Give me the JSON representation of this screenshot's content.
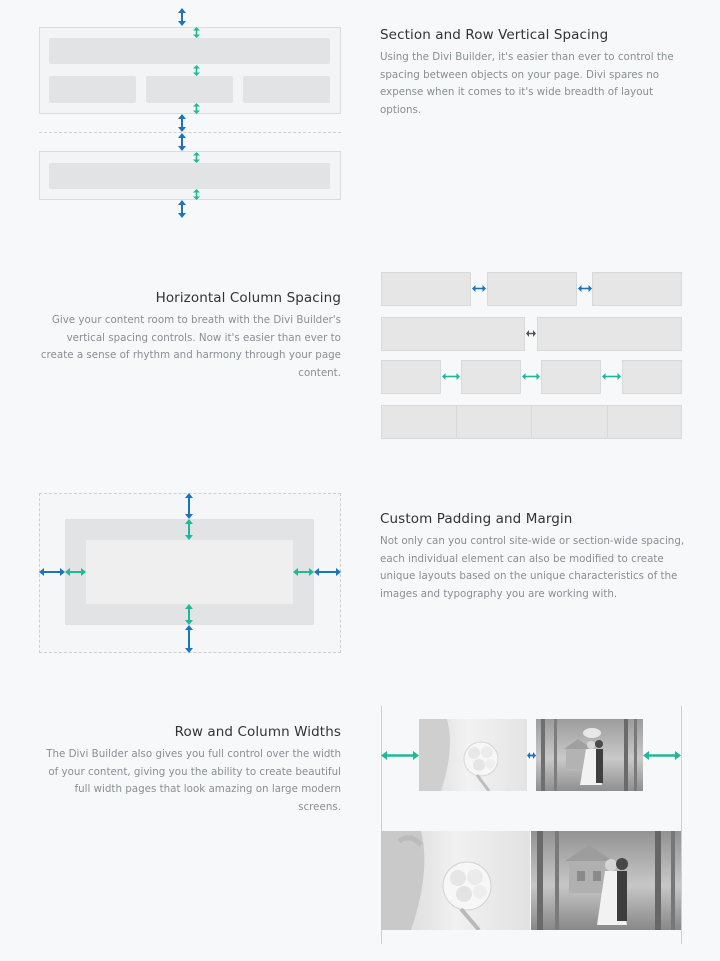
{
  "sections": [
    {
      "title": "Section and Row Vertical Spacing",
      "body": "Using the Divi Builder, it's easier than ever to control the spacing between objects on your page. Divi spares no expense when it comes to it's wide breadth of layout options."
    },
    {
      "title": "Horizontal Column Spacing",
      "body": "Give your content room to breath with the Divi Builder's vertical spacing controls. Now it's easier than ever to create a sense of rhythm and harmony through your page content."
    },
    {
      "title": "Custom Padding and Margin",
      "body": "Not only can you control site-wide or section-wide spacing, each individual element can also be modified to create unique layouts based on the unique characteristics of the images and typography you are working with."
    },
    {
      "title": "Row and Column Widths",
      "body": "The Divi Builder also gives you full control over the width of your content, giving you the ability to create beautiful full width pages that look amazing on large modern screens."
    }
  ],
  "colors": {
    "blue_arrow": "#1e73be",
    "teal_arrow": "#1fb99a",
    "dark_arrow": "#555555",
    "wire_border": "#dcdcdc",
    "block_fill": "#e2e3e5"
  },
  "icons": [
    "vertical-double-arrow-icon",
    "horizontal-double-arrow-icon"
  ]
}
